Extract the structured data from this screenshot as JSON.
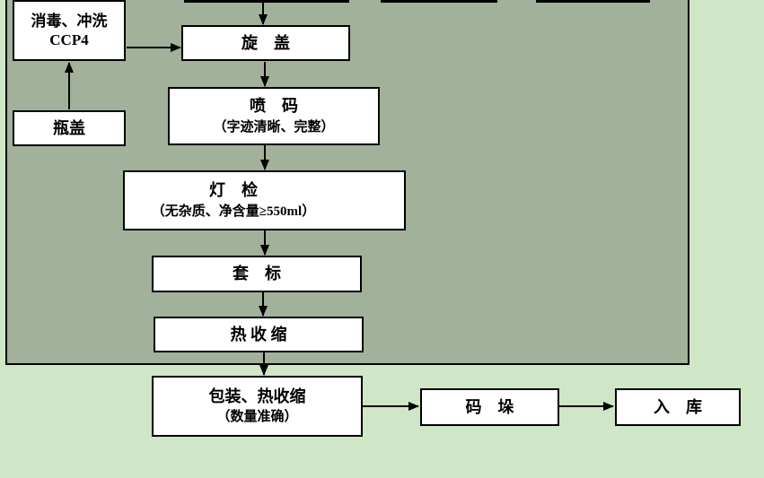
{
  "colors": {
    "page_bg": "#cfe6c7",
    "panel_bg": "#a2b199",
    "box_bg": "#ffffff",
    "line": "#000000"
  },
  "flowchart": {
    "nodes": {
      "cap_sanitize": {
        "line1": "消毒、冲洗",
        "line2": "CCP4"
      },
      "bottle_cap": {
        "label": "瓶盖"
      },
      "capping": {
        "label": "旋　盖"
      },
      "inkjet_coding": {
        "label": "喷　码",
        "note": "（字迹清晰、完整）"
      },
      "light_inspection": {
        "label": "灯　检",
        "note": "（无杂质、净含量≥550ml）"
      },
      "sleeve_labeling": {
        "label": "套　标"
      },
      "heat_shrink": {
        "label": "热 收 缩"
      },
      "packing": {
        "label": "包装、热收缩",
        "note": "（数量准确）"
      },
      "palletizing": {
        "label": "码　垛"
      },
      "warehousing": {
        "label": "入　库"
      }
    }
  }
}
